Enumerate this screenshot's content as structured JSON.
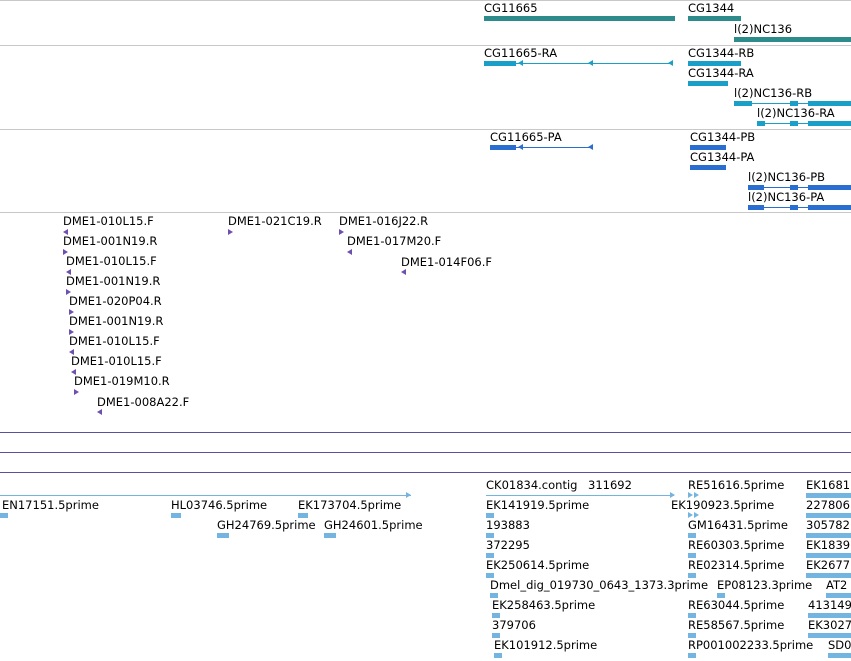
{
  "colors": {
    "gene": "#2e8b8b",
    "transcript": "#1aa0c8",
    "protein": "#2a6fd0",
    "clone": "#6e4fb0",
    "est": "#74b4e0",
    "track_border": "#c8c8c8",
    "separator": "#5a50a0"
  },
  "tracks": {
    "genes": {
      "items": [
        {
          "label": "CG11665"
        },
        {
          "label": "CG1344"
        },
        {
          "label": "l(2)NC136"
        }
      ]
    },
    "transcripts": {
      "items": [
        {
          "label": "CG11665-RA"
        },
        {
          "label": "CG1344-RB"
        },
        {
          "label": "CG1344-RA"
        },
        {
          "label": "l(2)NC136-RB"
        },
        {
          "label": "l(2)NC136-RA"
        }
      ]
    },
    "proteins": {
      "items": [
        {
          "label": "CG11665-PA"
        },
        {
          "label": "CG1344-PB"
        },
        {
          "label": "CG1344-PA"
        },
        {
          "label": "l(2)NC136-PB"
        },
        {
          "label": "l(2)NC136-PA"
        }
      ]
    },
    "clones": {
      "items": [
        {
          "label": "DME1-010L15.F"
        },
        {
          "label": "DME1-001N19.R"
        },
        {
          "label": "DME1-010L15.F"
        },
        {
          "label": "DME1-001N19.R"
        },
        {
          "label": "DME1-020P04.R"
        },
        {
          "label": "DME1-001N19.R"
        },
        {
          "label": "DME1-010L15.F"
        },
        {
          "label": "DME1-010L15.F"
        },
        {
          "label": "DME1-019M10.R"
        },
        {
          "label": "DME1-008A22.F"
        },
        {
          "label": "DME1-021C19.R"
        },
        {
          "label": "DME1-016J22.R"
        },
        {
          "label": "DME1-017M20.F"
        },
        {
          "label": "DME1-014F06.F"
        }
      ]
    },
    "ests": {
      "items": [
        {
          "label": "EN17151.5prime"
        },
        {
          "label": "HL03746.5prime"
        },
        {
          "label": "EK173704.5prime"
        },
        {
          "label": "GH24769.5prime"
        },
        {
          "label": "GH24601.5prime"
        },
        {
          "label": "CK01834.contig"
        },
        {
          "label": "311692"
        },
        {
          "label": "EK141919.5prime"
        },
        {
          "label": "193883"
        },
        {
          "label": "372295"
        },
        {
          "label": "EK250614.5prime"
        },
        {
          "label": "Dmel_dig_019730_0643_1373.3prime"
        },
        {
          "label": "EK258463.5prime"
        },
        {
          "label": "379706"
        },
        {
          "label": "EK101912.5prime"
        },
        {
          "label": "RE51616.5prime"
        },
        {
          "label": "EK190923.5prime"
        },
        {
          "label": "GM16431.5prime"
        },
        {
          "label": "RE60303.5prime"
        },
        {
          "label": "RE02314.5prime"
        },
        {
          "label": "EP08123.3prime"
        },
        {
          "label": "RE63044.5prime"
        },
        {
          "label": "RE58567.5prime"
        },
        {
          "label": "RP001002233.5prime"
        },
        {
          "label": "EK1681"
        },
        {
          "label": "227806"
        },
        {
          "label": "305782"
        },
        {
          "label": "EK1839"
        },
        {
          "label": "EK2677"
        },
        {
          "label": "AT2"
        },
        {
          "label": "413149"
        },
        {
          "label": "EK3027"
        },
        {
          "label": "SD0"
        }
      ]
    }
  }
}
